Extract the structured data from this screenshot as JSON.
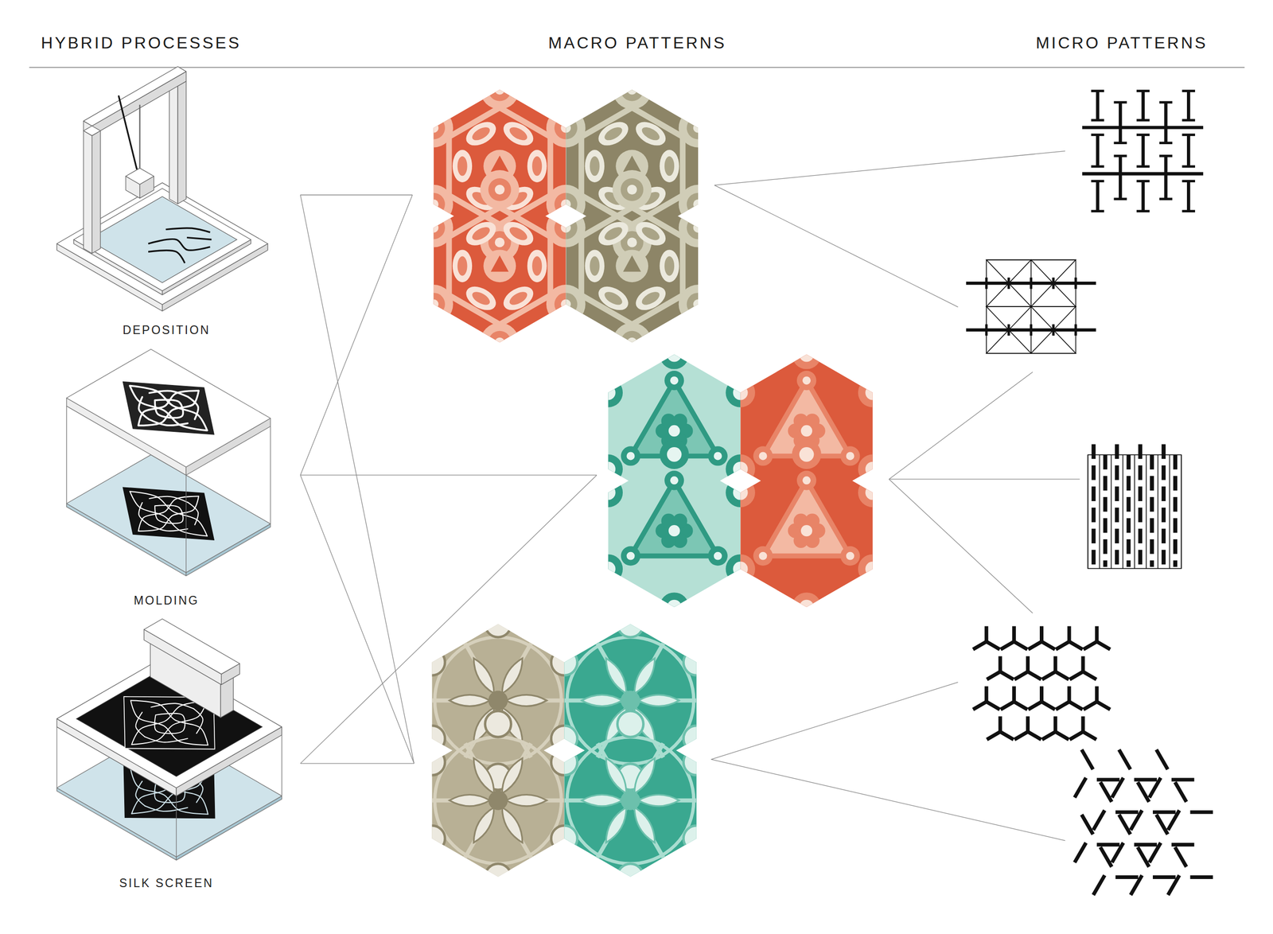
{
  "diagram": {
    "nodes": [
      {
        "text": [
          "DEPOSITION"
        ]
      },
      {
        "text": [
          "MOLDING"
        ]
      },
      {
        "text": [
          "SILK SCREEN"
        ]
      }
    ],
    "labels": [
      "HYBRID PROCESSES",
      "MACRO PATTERNS",
      "MICRO PATTERNS"
    ]
  }
}
